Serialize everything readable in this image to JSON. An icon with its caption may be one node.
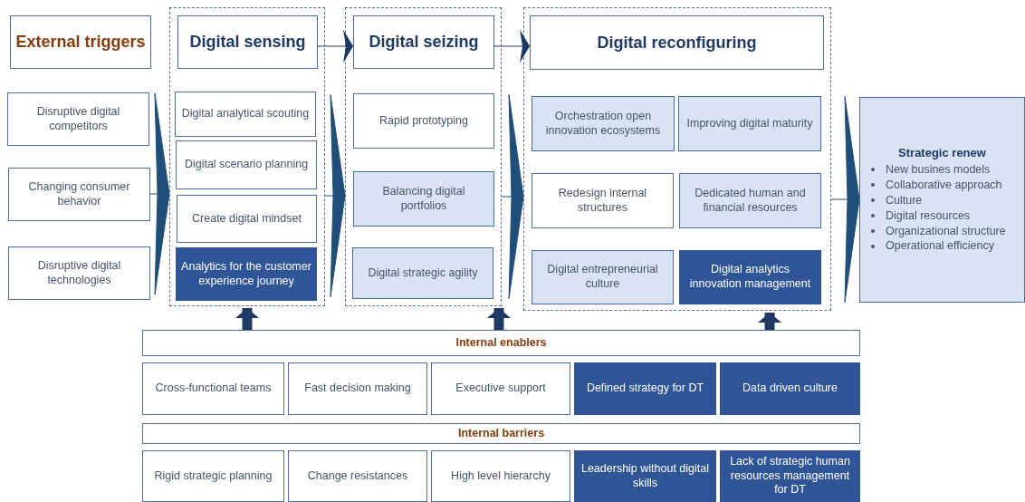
{
  "diagram": {
    "nodes": [
      {
        "text": [
          "External triggers"
        ]
      },
      {
        "text": [
          "Disruptive digital competitors"
        ]
      },
      {
        "text": [
          "Changing consumer behavior"
        ]
      },
      {
        "text": [
          "Disruptive digital technologies"
        ]
      },
      {
        "text": [],
        "shape": "box"
      },
      {
        "text": [
          "Digital sensing"
        ],
        "in": 4
      },
      {
        "text": [
          "Digital analytical scouting"
        ],
        "in": 4
      },
      {
        "text": [
          "Digital scenario planning"
        ],
        "in": 4
      },
      {
        "text": [
          "Create digital mindset"
        ],
        "in": 4
      },
      {
        "text": [
          "Analytics for the customer experience journey"
        ],
        "in": 4
      },
      {
        "text": [],
        "shape": "box"
      },
      {
        "text": [
          "Digital seizing"
        ],
        "in": 10
      },
      {
        "text": [
          "Rapid prototyping"
        ],
        "in": 10
      },
      {
        "text": [
          "Balancing digital portfolios"
        ],
        "in": 10
      },
      {
        "text": [
          "Digital strategic agility"
        ],
        "in": 10
      },
      {
        "text": [],
        "shape": "box"
      },
      {
        "text": [
          "Digital reconfiguring"
        ],
        "in": 15
      },
      {
        "text": [
          "Orchestration open innovation ecosystems"
        ],
        "in": 15
      },
      {
        "text": [
          "Improving digital maturity"
        ],
        "in": 15
      },
      {
        "text": [
          "Redesign internal structures"
        ],
        "in": 15
      },
      {
        "text": [
          "Dedicated human and financial resources"
        ],
        "in": 15
      },
      {
        "text": [
          "Digital entrepreneurial culture"
        ],
        "in": 15
      },
      {
        "text": [
          "Digital analytics innovation management"
        ],
        "in": 15
      },
      {
        "text": [
          "Strategic renew",
          "New busines models",
          "Collaborative approach",
          "Culture",
          "Digital resources",
          "Organizational  structure",
          "Operational efficiency"
        ]
      },
      {
        "text": [
          "Internal enablers"
        ]
      },
      {
        "text": [
          "Cross-functional teams"
        ]
      },
      {
        "text": [
          "Fast decision making"
        ]
      },
      {
        "text": [
          "Executive support"
        ]
      },
      {
        "text": [
          "Defined strategy for DT"
        ]
      },
      {
        "text": [
          "Data driven culture"
        ]
      },
      {
        "text": [
          "Internal barriers"
        ]
      },
      {
        "text": [
          "Rigid strategic planning"
        ]
      },
      {
        "text": [
          "Change resistances"
        ]
      },
      {
        "text": [
          "High level hierarchy"
        ]
      },
      {
        "text": [
          "Leadership without digital skills"
        ]
      },
      {
        "text": [
          "Lack of strategic human resources management for DT"
        ]
      }
    ],
    "edges": [
      {
        "from": 2,
        "to": 4,
        "arrow": "to"
      },
      {
        "from": 5,
        "to": 11,
        "arrow": "to"
      },
      {
        "from": 4,
        "to": 10,
        "arrow": "to"
      },
      {
        "from": 11,
        "to": 16,
        "arrow": "to"
      },
      {
        "from": 10,
        "to": 15,
        "arrow": "to"
      },
      {
        "from": 15,
        "to": 23,
        "arrow": "to"
      },
      {
        "from": 24,
        "to": 4,
        "arrow": "to",
        "style": "thick"
      },
      {
        "from": 24,
        "to": 10,
        "arrow": "to",
        "style": "thick"
      },
      {
        "from": 24,
        "to": 15,
        "arrow": "to",
        "style": "thick"
      }
    ]
  }
}
